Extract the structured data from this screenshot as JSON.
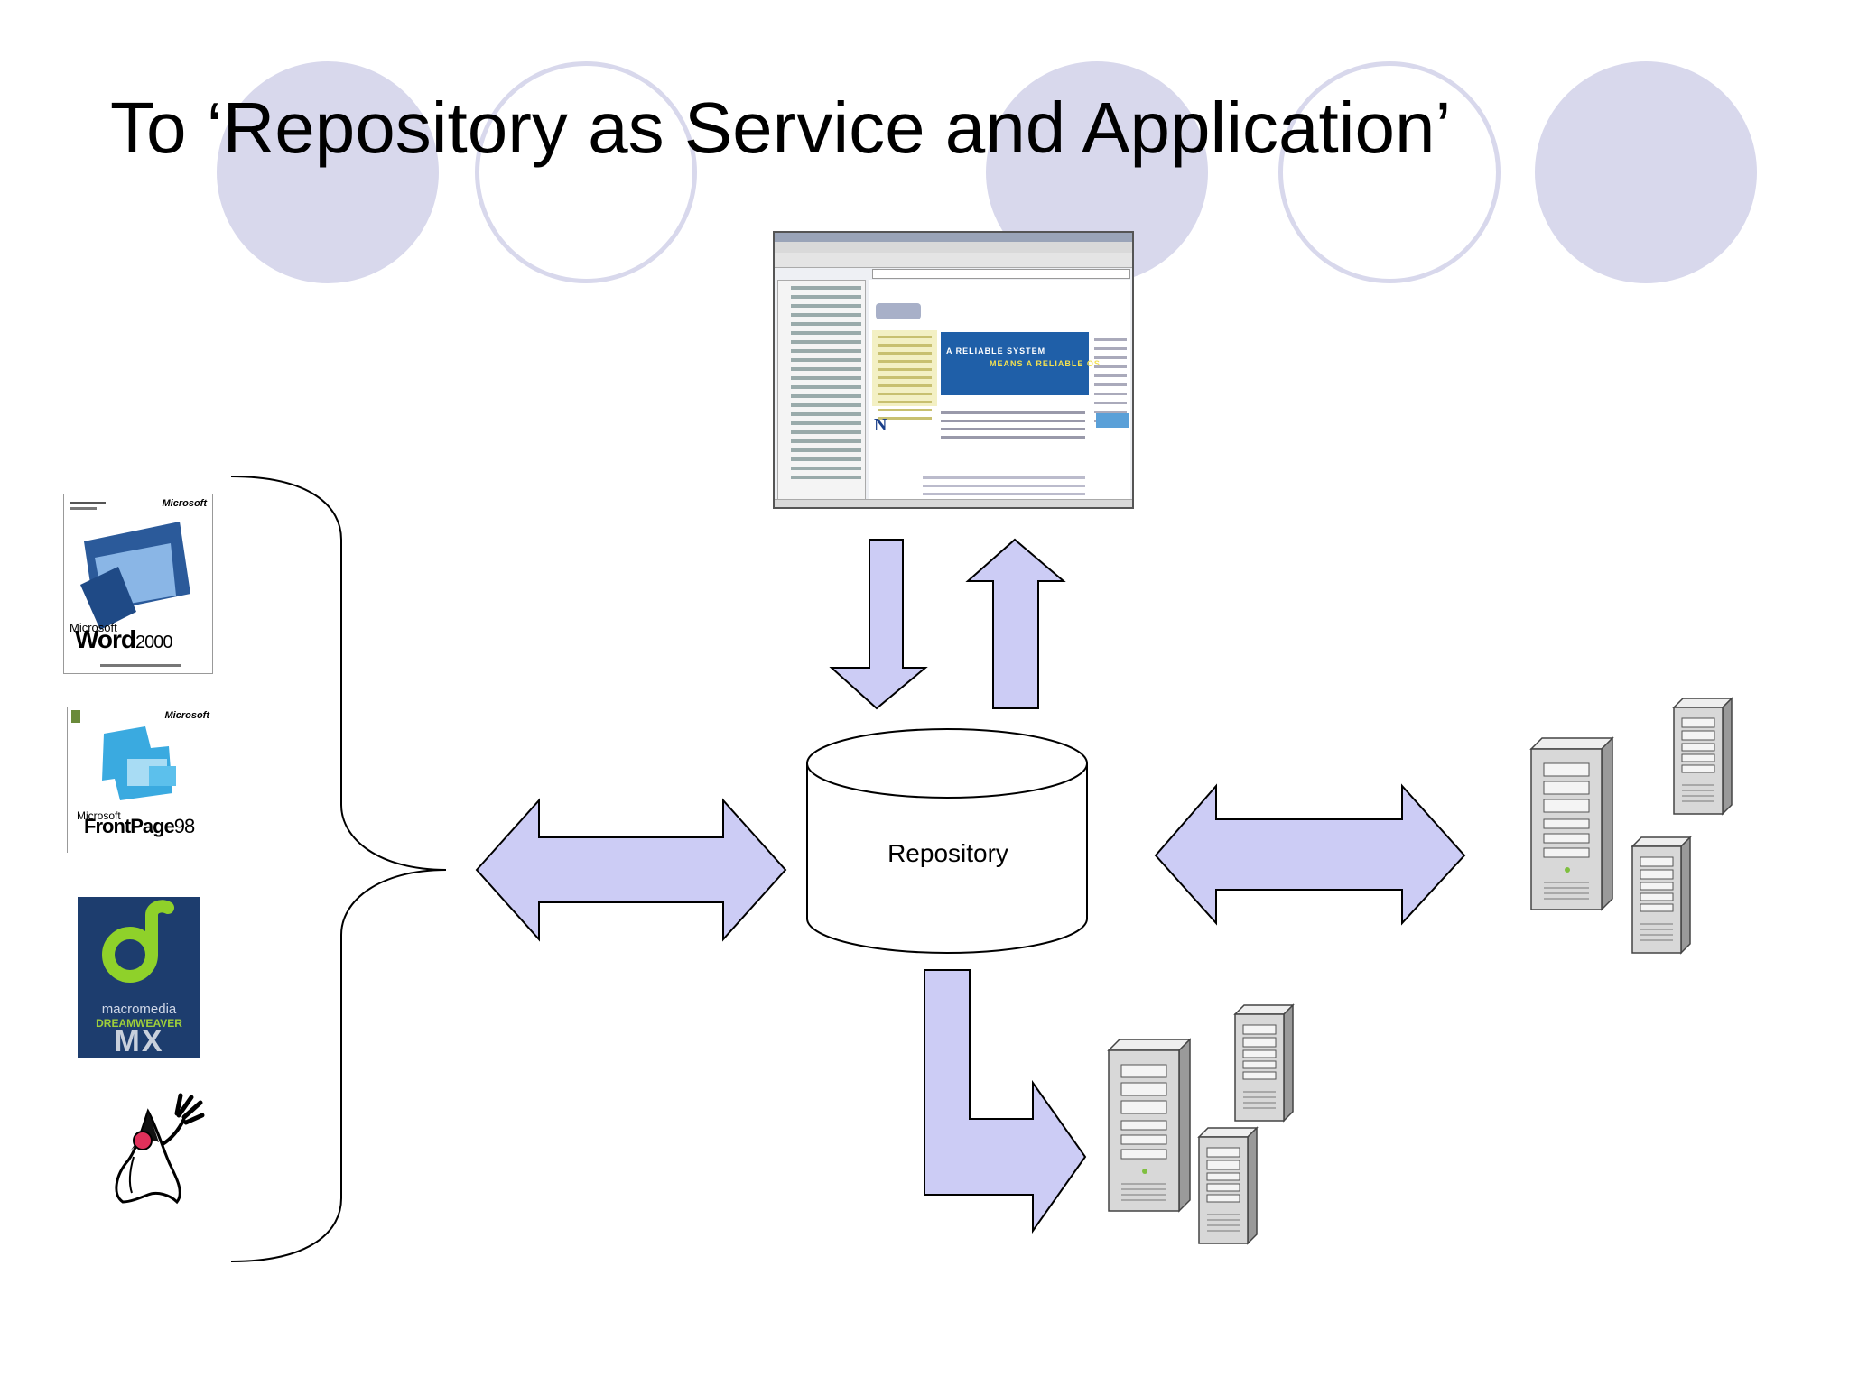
{
  "slide": {
    "title": "To ‘Repository as Service and Application’"
  },
  "repository": {
    "label": "Repository"
  },
  "browser_window": {
    "banner_line_1": "A RELIABLE SYSTEM",
    "banner_line_2": "MEANS A RELIABLE OS",
    "logo_text": "N"
  },
  "products": {
    "word": {
      "vendor": "Microsoft",
      "brand_small": "Microsoft",
      "brand_name": "Word",
      "brand_version": "2000"
    },
    "frontpage": {
      "vendor": "Microsoft",
      "brand_small": "Microsoft",
      "brand_name": "FrontPage",
      "brand_version": "98"
    },
    "dreamweaver": {
      "line_1": "macromedia",
      "line_2": "DREAMWEAVER",
      "line_3": "MX"
    }
  },
  "colors": {
    "arrow_fill": "#ccccf5",
    "arrow_stroke": "#000000",
    "circle_fill": "#d8d8ec",
    "server_body": "#d8d8d8"
  }
}
